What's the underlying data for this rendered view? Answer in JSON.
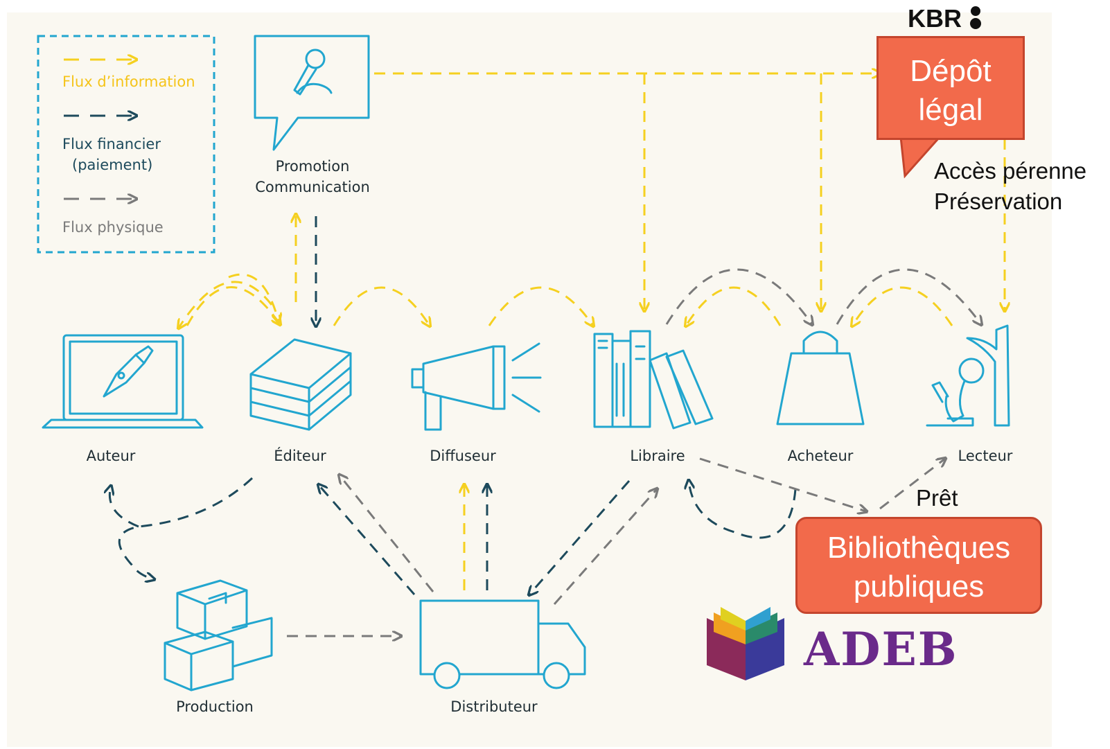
{
  "legend": {
    "info": "Flux d’information",
    "financial_line1": "Flux financier",
    "financial_line2": "(paiement)",
    "physical": "Flux physique"
  },
  "nodes": {
    "promotion_line1": "Promotion",
    "promotion_line2": "Communication",
    "auteur": "Auteur",
    "editeur": "Éditeur",
    "diffuseur": "Diffuseur",
    "libraire": "Libraire",
    "acheteur": "Acheteur",
    "lecteur": "Lecteur",
    "production": "Production",
    "distributeur": "Distributeur"
  },
  "callouts": {
    "kbr": "KBR",
    "depot_line1": "Dépôt",
    "depot_line2": "légal",
    "acces": "Accès pérenne",
    "preservation": "Préservation",
    "pret": "Prêt",
    "biblio_line1": "Bibliothèques",
    "biblio_line2": "publiques",
    "adeb": "ADEB"
  },
  "colors": {
    "info": "#f5d020",
    "financial": "#1d4a5c",
    "physical": "#7a7a7a",
    "icon": "#22a6cf",
    "callout": "#f26a4b"
  }
}
